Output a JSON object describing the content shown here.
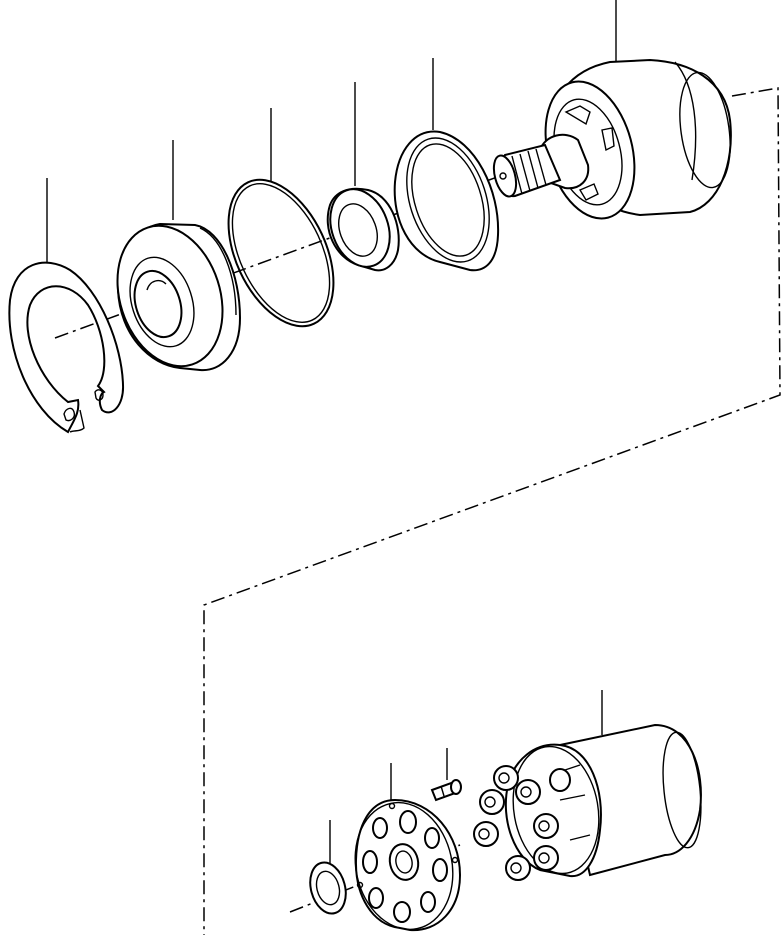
{
  "diagram": {
    "type": "exploded-parts-view",
    "colors": {
      "line": "#000000",
      "background": "#ffffff"
    },
    "groups": [
      {
        "id": "upper-assembly",
        "parts": [
          "retaining-ring",
          "bearing-housing",
          "o-ring",
          "oil-seal",
          "thrust-plate",
          "shaft-and-housing"
        ]
      },
      {
        "id": "lower-assembly",
        "parts": [
          "washer",
          "retainer-plate",
          "pin",
          "cylinder-block-with-pistons"
        ]
      }
    ]
  }
}
